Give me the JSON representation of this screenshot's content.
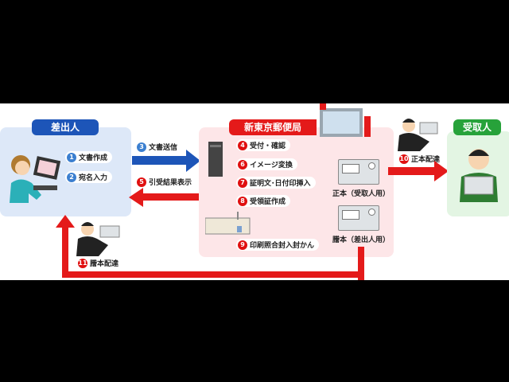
{
  "sender": {
    "title": "差出人",
    "steps": [
      {
        "n": "1",
        "label": "文書作成"
      },
      {
        "n": "2",
        "label": "宛名入力"
      }
    ]
  },
  "arrows": {
    "send": {
      "n": "3",
      "label": "文書送信"
    },
    "result": {
      "n": "5",
      "label": "引受結果表示"
    },
    "original": {
      "n": "10",
      "label": "正本配達"
    },
    "copy": {
      "n": "11",
      "label": "謄本配達"
    }
  },
  "office": {
    "title": "新東京郵便局",
    "steps": [
      {
        "n": "4",
        "label": "受付・確認"
      },
      {
        "n": "6",
        "label": "イメージ変換"
      },
      {
        "n": "7",
        "label": "証明文･日付印挿入"
      },
      {
        "n": "8",
        "label": "受領証作成"
      },
      {
        "n": "9",
        "label": "印刷照合封入封かん"
      }
    ],
    "doc_original": "正本（受取人用）",
    "doc_copy": "謄本（差出人用）"
  },
  "receiver": {
    "title": "受取人"
  },
  "colors": {
    "blue": "#1d55b8",
    "red": "#e41a1a",
    "green": "#27a23a",
    "blue_bg": "#dde8f8",
    "red_bg": "#fde6e8",
    "green_bg": "#e3f5e3"
  }
}
